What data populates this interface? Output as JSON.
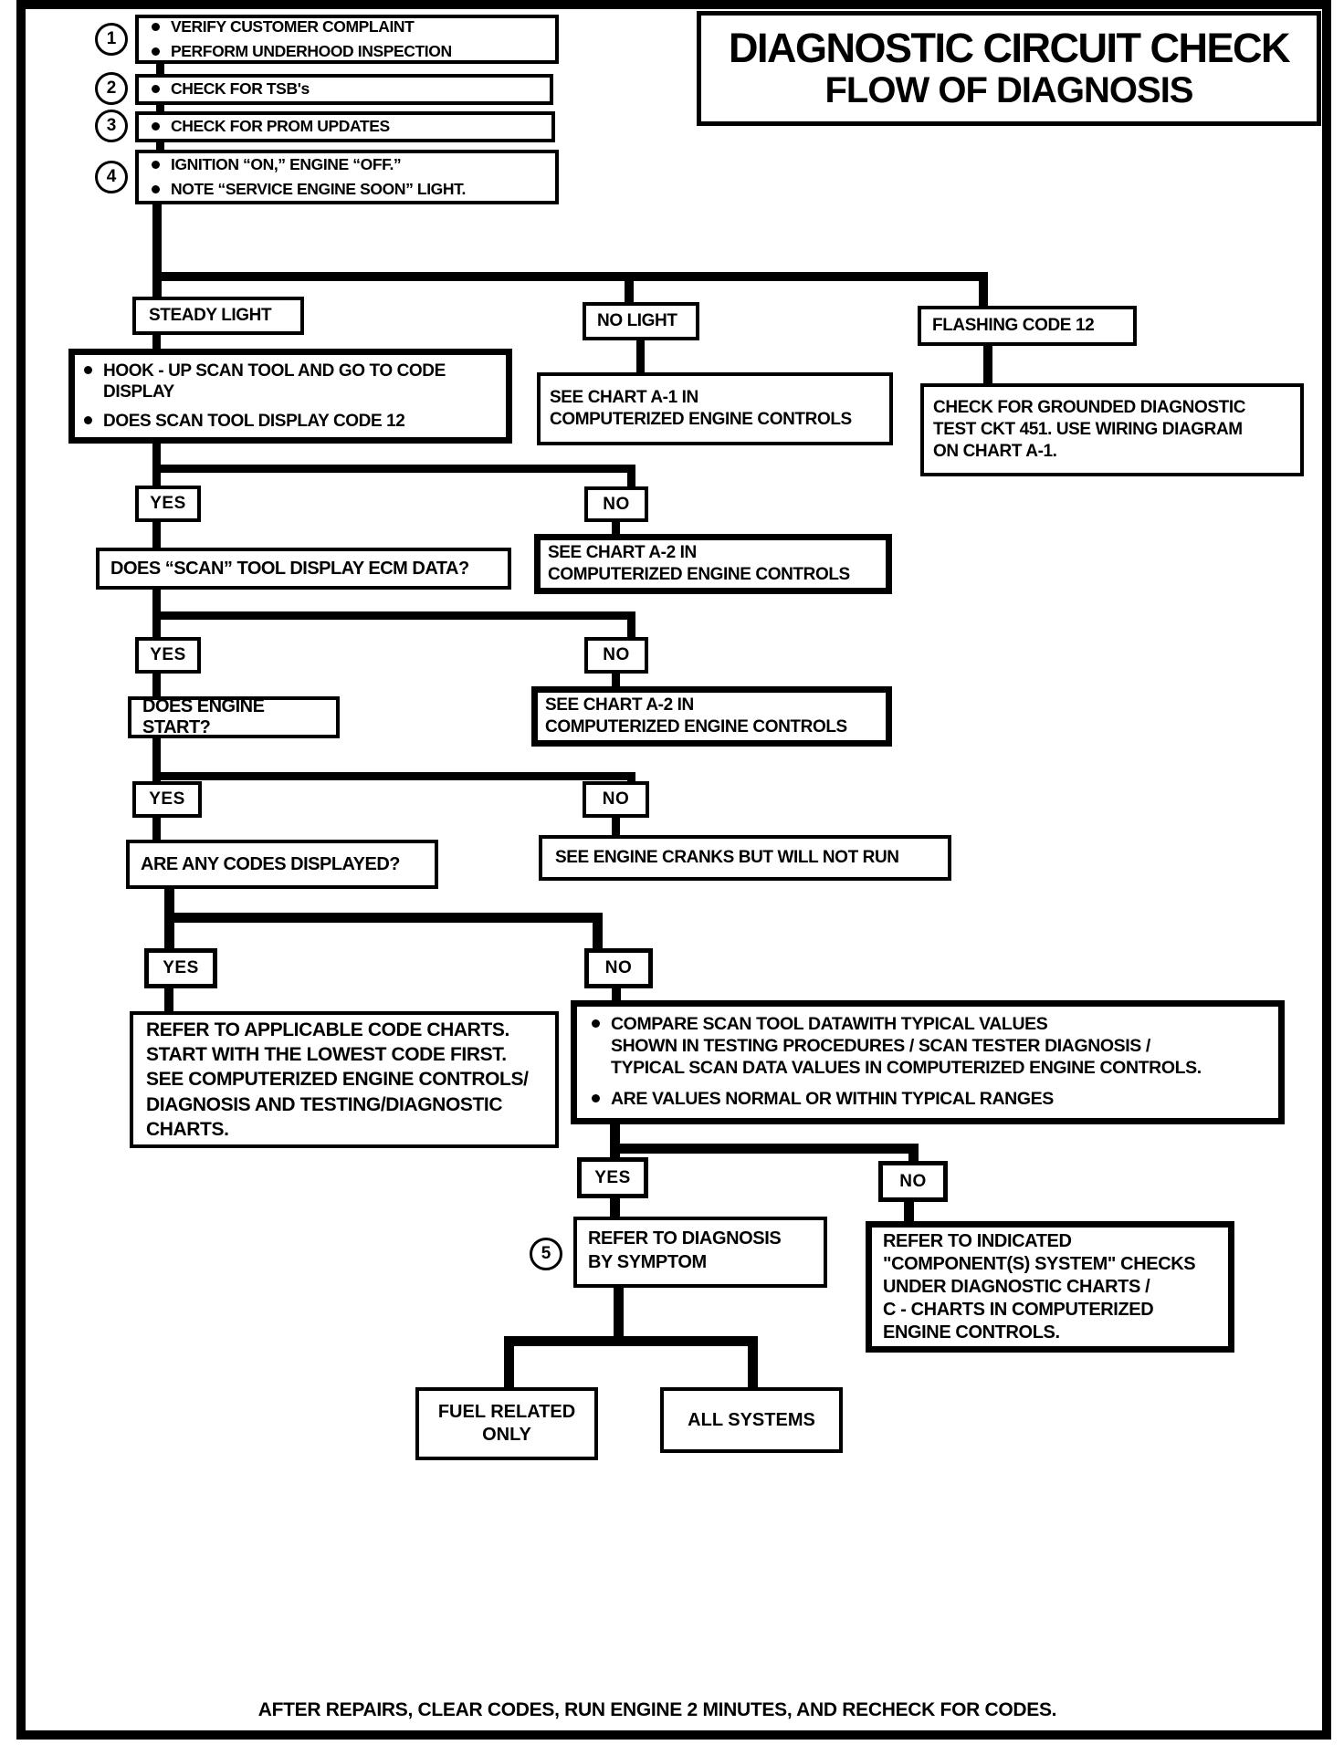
{
  "title": [
    "DIAGNOSTIC CIRCUIT CHECK",
    "FLOW OF DIAGNOSIS"
  ],
  "yes_label": "YES",
  "no_label": "NO",
  "steps": [
    {
      "num": "1",
      "items": [
        "VERIFY CUSTOMER COMPLAINT",
        "PERFORM UNDERHOOD INSPECTION"
      ]
    },
    {
      "num": "2",
      "items": [
        "CHECK FOR TSB's"
      ]
    },
    {
      "num": "3",
      "items": [
        "CHECK FOR PROM UPDATES"
      ]
    },
    {
      "num": "4",
      "items": [
        "IGNITION “ON,” ENGINE “OFF.”",
        "NOTE “SERVICE ENGINE SOON” LIGHT."
      ]
    }
  ],
  "branches": {
    "steady": "STEADY LIGHT",
    "no_light": "NO LIGHT",
    "flashing": "FLASHING CODE 12"
  },
  "hookup": {
    "items": [
      [
        "HOOK - UP SCAN TOOL AND GO TO CODE",
        "DISPLAY"
      ],
      [
        "DOES SCAN TOOL DISPLAY CODE 12"
      ]
    ]
  },
  "chart_a1": [
    "SEE CHART A-1 IN",
    "COMPUTERIZED ENGINE CONTROLS"
  ],
  "grounded": [
    "CHECK FOR GROUNDED DIAGNOSTIC",
    "TEST CKT 451.  USE WIRING DIAGRAM",
    "ON CHART A-1."
  ],
  "q_ecm": "DOES “SCAN” TOOL DISPLAY ECM DATA?",
  "chart_a2_first": [
    "SEE CHART A-2 IN",
    "COMPUTERIZED ENGINE CONTROLS"
  ],
  "q_start": "DOES ENGINE START?",
  "chart_a2_second": [
    "SEE CHART A-2 IN",
    "COMPUTERIZED ENGINE CONTROLS"
  ],
  "q_codes": "ARE ANY CODES DISPLAYED?",
  "cranks": "SEE ENGINE CRANKS BUT WILL NOT RUN",
  "refer_charts": [
    "REFER TO APPLICABLE CODE CHARTS.",
    "START WITH THE LOWEST CODE FIRST.",
    "SEE COMPUTERIZED ENGINE CONTROLS/",
    "DIAGNOSIS AND TESTING/DIAGNOSTIC",
    "CHARTS."
  ],
  "compare": {
    "items": [
      [
        "COMPARE SCAN TOOL DATAWITH TYPICAL VALUES",
        "SHOWN IN TESTING PROCEDURES / SCAN TESTER DIAGNOSIS /",
        "TYPICAL SCAN DATA VALUES IN COMPUTERIZED ENGINE CONTROLS."
      ],
      [
        "ARE VALUES NORMAL OR WITHIN TYPICAL RANGES"
      ]
    ]
  },
  "symptom": {
    "num": "5",
    "lines": [
      "REFER TO DIAGNOSIS",
      "BY SYMPTOM"
    ]
  },
  "component": [
    "REFER TO INDICATED",
    "\"COMPONENT(S) SYSTEM\" CHECKS",
    "UNDER DIAGNOSTIC CHARTS /",
    "C - CHARTS IN COMPUTERIZED",
    "ENGINE CONTROLS."
  ],
  "fuel_related": [
    "FUEL RELATED",
    "ONLY"
  ],
  "all_systems": "ALL SYSTEMS",
  "footer": "AFTER REPAIRS, CLEAR CODES, RUN ENGINE 2 MINUTES, AND RECHECK FOR CODES."
}
